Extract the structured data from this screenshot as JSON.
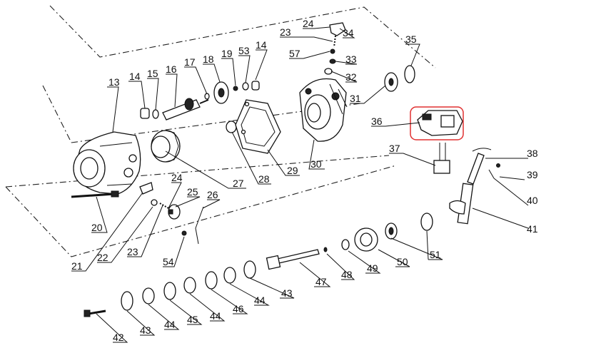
{
  "diagram": {
    "labels": {
      "13": "13",
      "14a": "14",
      "15": "15",
      "16": "16",
      "17": "17",
      "18": "18",
      "19": "19",
      "53": "53",
      "14b": "14",
      "23a": "23",
      "24a": "24",
      "34": "34",
      "57": "57",
      "33": "33",
      "32": "32",
      "31": "31",
      "35": "35",
      "36": "36",
      "37": "37",
      "38": "38",
      "39": "39",
      "40": "40",
      "41": "41",
      "27": "27",
      "28": "28",
      "29": "29",
      "30": "30",
      "20": "20",
      "21": "21",
      "22": "22",
      "23b": "23",
      "24b": "24",
      "25": "25",
      "26": "26",
      "54": "54",
      "47": "47",
      "48": "48",
      "49": "49",
      "50": "50",
      "51": "51",
      "42": "42",
      "43a": "43",
      "44a": "44",
      "45": "45",
      "44b": "44",
      "46": "46",
      "44c": "44",
      "43b": "43"
    },
    "highlight_color": "#e03030"
  }
}
